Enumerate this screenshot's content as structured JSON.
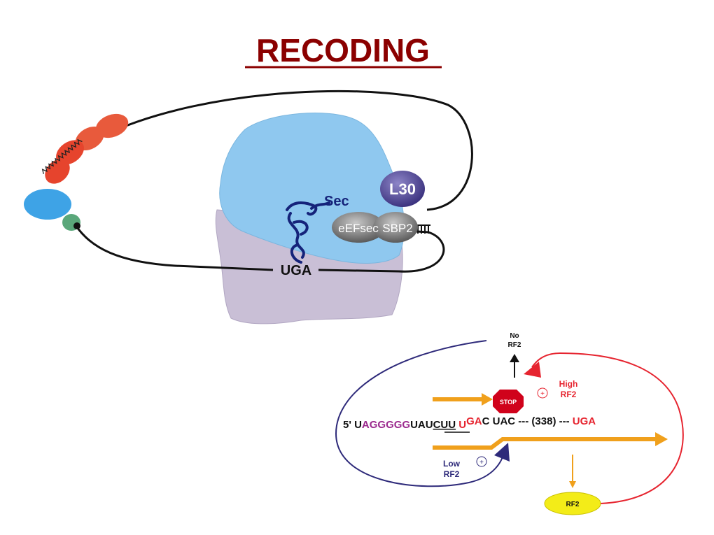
{
  "title": "RECODING",
  "colors": {
    "title": "#8b0000",
    "ribosome_large": "#8fc8ef",
    "ribosome_small": "#c9bfd6",
    "trna": "#15237a",
    "l30": "#5a4fa1",
    "protein_grey": "#8a8a8a",
    "polya": "#e0442d",
    "pabp": "#e85a3c",
    "eif_blue": "#3ea3e6",
    "eif_green": "#5aa77a",
    "orange": "#f0a01c",
    "stop": "#d0021b",
    "purple_seq": "#9b2a8e",
    "red_seq": "#e6242f",
    "low_rf2": "#2e2a7a",
    "rf2_yellow": "#f3ec18"
  },
  "ribosome": {
    "sec_label": "Sec",
    "l30_label": "L30",
    "eefsec_label": "eEFsec",
    "sbp2_label": "SBP2",
    "uga_label": "UGA"
  },
  "rf2_diagram": {
    "no_rf2": [
      "No",
      "RF2"
    ],
    "high_rf2": [
      "High",
      "RF2"
    ],
    "low_rf2": [
      "Low",
      "RF2"
    ],
    "stop_sign": "STOP",
    "plus_symbol": "+",
    "rf2_label": "RF2",
    "sequence": {
      "prefix_5": "5' U",
      "purple_part": "AGGGGG",
      "middle": "UAU",
      "underlined": "CUU",
      "red_u": "U",
      "red_ga": "GA",
      "c_uac": "C UAC --- (338) --- ",
      "red_uga": "UGA"
    }
  }
}
